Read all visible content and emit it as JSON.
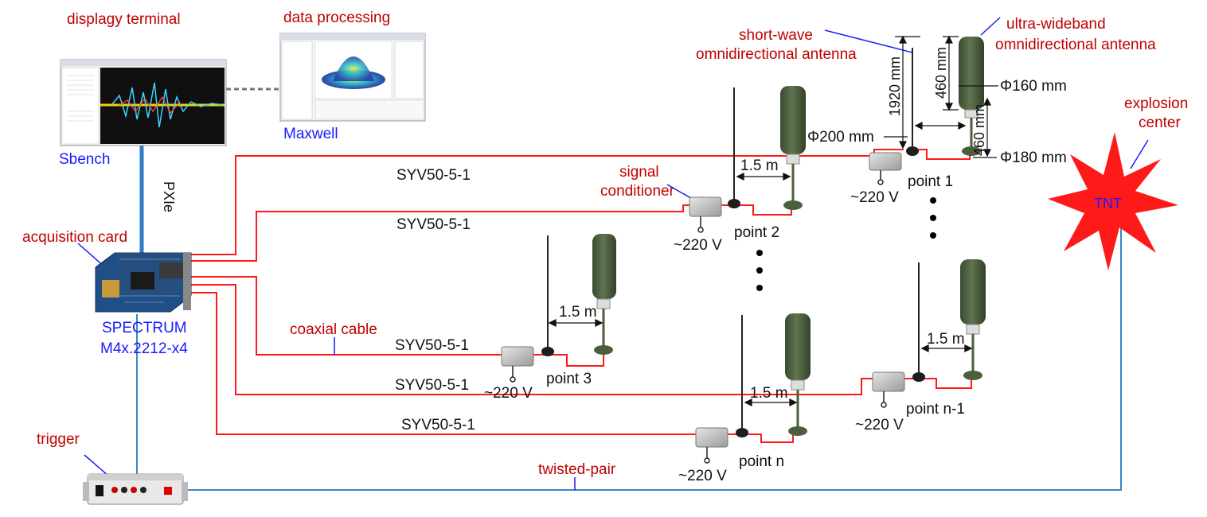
{
  "labels": {
    "display_terminal": "displagy  terminal",
    "data_processing": "data processing",
    "maxwell": "Maxwell",
    "sbench": "Sbench",
    "pxie": "PXIe",
    "acquisition_card": "acquisition card",
    "spectrum_line1": "SPECTRUM",
    "spectrum_line2": "M4x.2212-x4",
    "trigger": "trigger",
    "twisted_pair": "twisted-pair",
    "coaxial_cable": "coaxial cable",
    "signal_conditioner_line1": "signal",
    "signal_conditioner_line2": "conditioner",
    "short_wave_line1": "short-wave",
    "short_wave_line2": "omnidirectional antenna",
    "ultra_line1": "ultra-wideband",
    "ultra_line2": "omnidirectional antenna",
    "explosion_line1": "explosion",
    "explosion_line2": "center",
    "tnt": "TNT"
  },
  "cable_labels": [
    "SYV50-5-1",
    "SYV50-5-1",
    "SYV50-5-1",
    "SYV50-5-1",
    "SYV50-5-1"
  ],
  "points": [
    "point 1",
    "point 2",
    "point 3",
    "point n-1",
    "point n"
  ],
  "power": "~220 V",
  "spacing": "1.5 m",
  "dimensions": {
    "height_1920": "1920 mm",
    "height_460_top": "460 mm",
    "height_460_low": "460 mm",
    "dia_160": "Φ160 mm",
    "dia_200": "Φ200 mm",
    "dia_180": "Φ180 mm"
  },
  "colors": {
    "red_label": "#c00000",
    "blue_label": "#1a1aff",
    "coax": "#ff0000",
    "pxie": "#2f7dc6",
    "twisted": "#3a86c8",
    "antenna": "#4b5f3e",
    "tnt": "#ff1a1a"
  }
}
